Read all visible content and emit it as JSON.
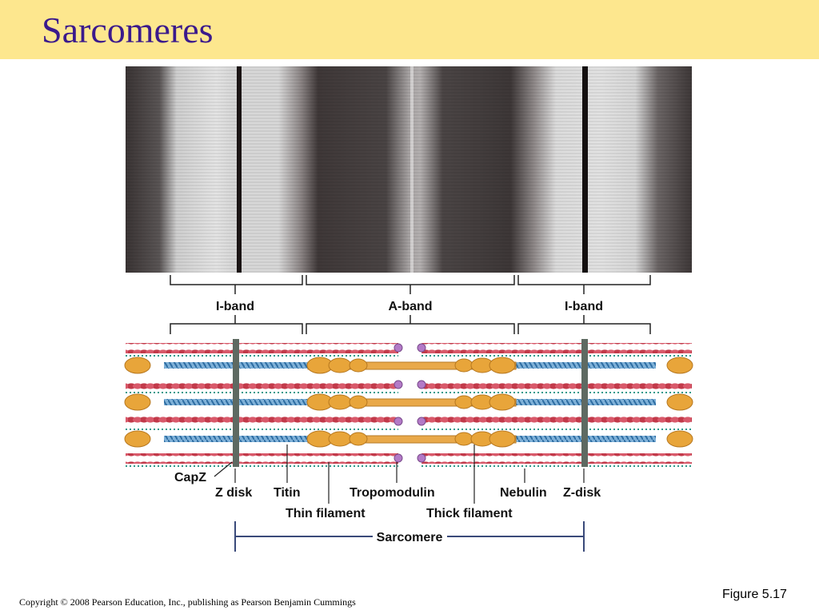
{
  "slide": {
    "title": "Sarcomeres"
  },
  "micrograph": {
    "name": "electron-micrograph"
  },
  "diagram": {
    "band_labels": {
      "i_band_left": "I-band",
      "a_band": "A-band",
      "i_band_right": "I-band"
    },
    "component_labels": {
      "capz": "CapZ",
      "z_disk": "Z disk",
      "titin": "Titin",
      "tropomodulin": "Tropomodulin",
      "nebulin": "Nebulin",
      "z_disk_right": "Z-disk",
      "thin_filament": "Thin filament",
      "thick_filament": "Thick filament",
      "sarcomere": "Sarcomere"
    },
    "colors": {
      "thin_filament": "#c23a4a",
      "titin": "#3d7fb5",
      "thick_filament": "#e9a94a",
      "myosin_heads": "#e8a53a",
      "z_disk": "#5e6a62",
      "tropomodulin": "#b37ac7",
      "nebulin": "#2f9a8c"
    }
  },
  "footer": {
    "figure": "Figure 5.17",
    "copyright": "Copyright © 2008 Pearson Education, Inc., publishing as Pearson Benjamin Cummings"
  }
}
